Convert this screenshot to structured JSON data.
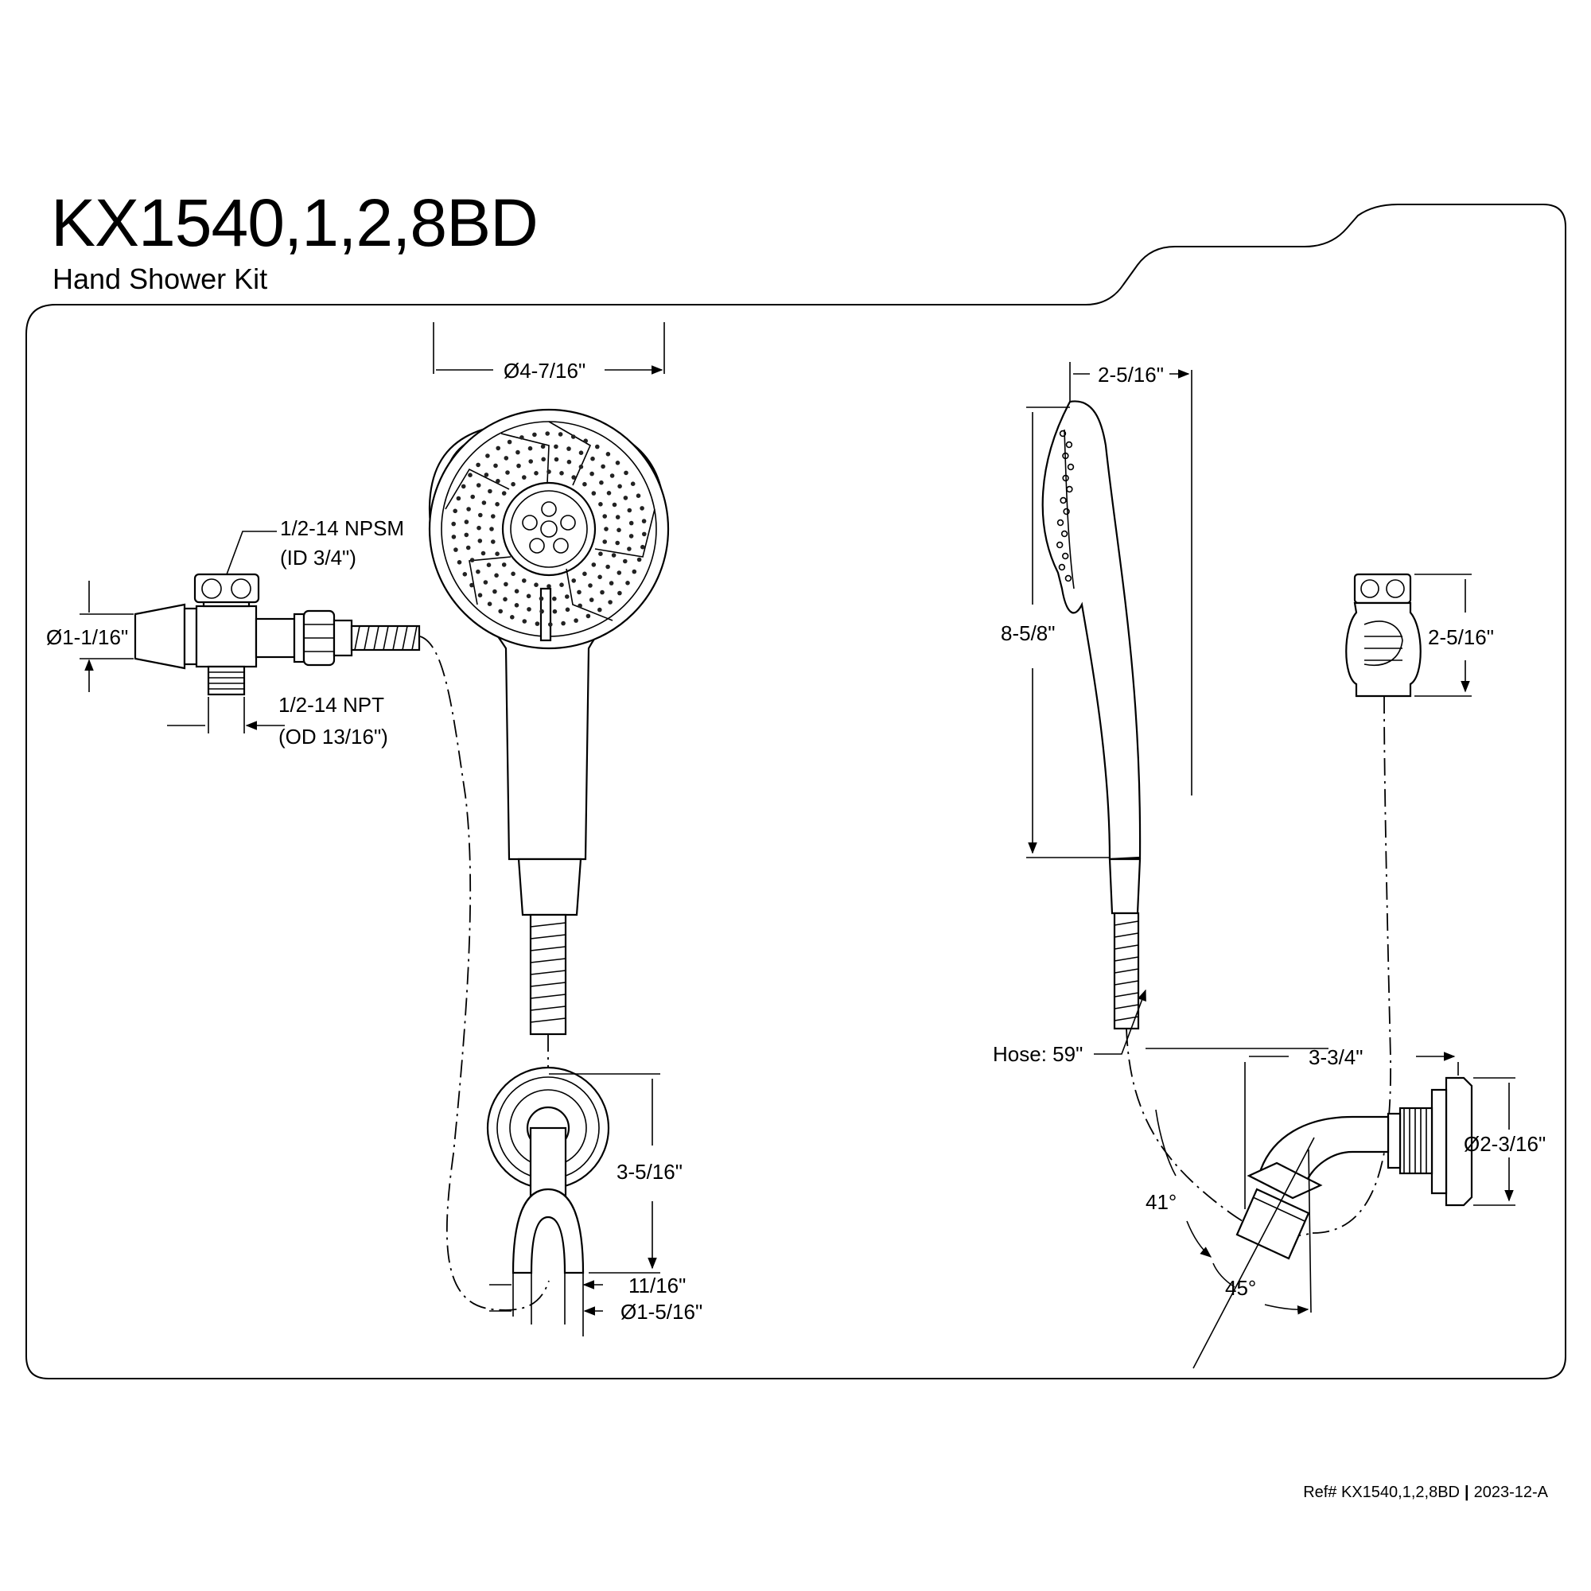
{
  "header": {
    "model": "KX1540,1,2,8BD",
    "subtitle": "Hand Shower Kit"
  },
  "dimensions": {
    "head_diameter": "Ø4-7/16\"",
    "head_depth": "2-5/16\"",
    "handle_length": "8-5/8\"",
    "diverter_npsm": "1/2-14 NPSM",
    "diverter_id": "(ID 3/4\")",
    "diverter_diameter": "Ø1-1/16\"",
    "diverter_npt": "1/2-14 NPT",
    "diverter_od": "(OD 13/16\")",
    "holder_height": "3-5/16\"",
    "holder_width": "11/16\"",
    "holder_diameter": "Ø1-5/16\"",
    "connector_height": "2-5/16\"",
    "hose_length": "Hose: 59\"",
    "bracket_projection": "3-3/4\"",
    "flange_diameter": "Ø2-3/16\"",
    "angle_upper": "41°",
    "angle_lower": "45°"
  },
  "footer": {
    "ref": "Ref# KX1540,1,2,8BD",
    "separator": "|",
    "revision": "2023-12-A"
  }
}
